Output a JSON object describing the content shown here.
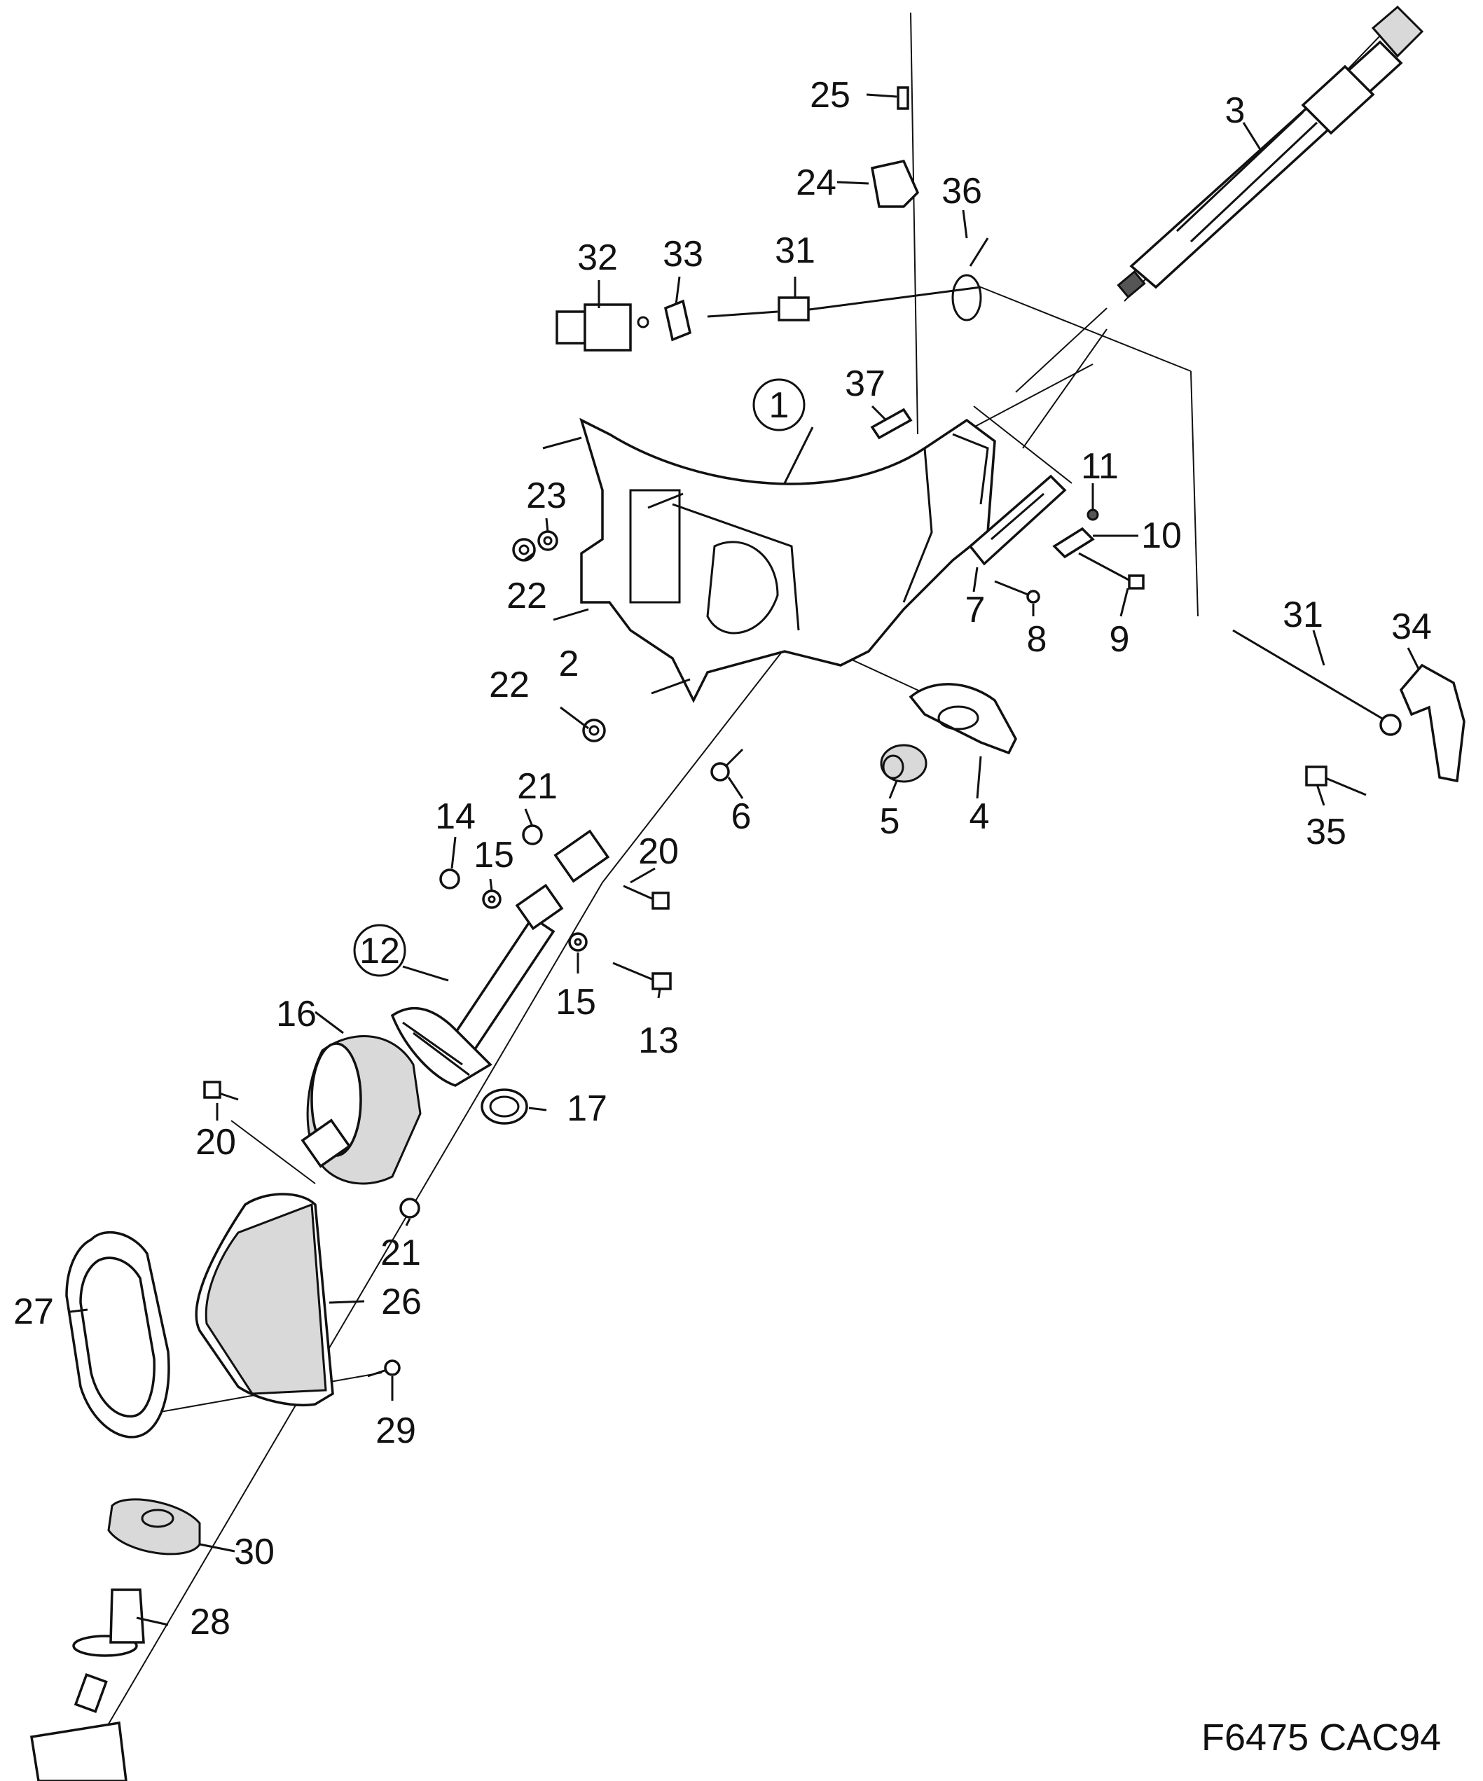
{
  "figure_code": "F6475 CAC94",
  "callouts": [
    {
      "id": "c1",
      "label": "1",
      "circled": true
    },
    {
      "id": "c2",
      "label": "2"
    },
    {
      "id": "c3",
      "label": "3"
    },
    {
      "id": "c4",
      "label": "4"
    },
    {
      "id": "c5",
      "label": "5"
    },
    {
      "id": "c6",
      "label": "6"
    },
    {
      "id": "c7",
      "label": "7"
    },
    {
      "id": "c8",
      "label": "8"
    },
    {
      "id": "c9",
      "label": "9"
    },
    {
      "id": "c10",
      "label": "10"
    },
    {
      "id": "c11",
      "label": "11"
    },
    {
      "id": "c12",
      "label": "12",
      "circled": true
    },
    {
      "id": "c13",
      "label": "13"
    },
    {
      "id": "c14",
      "label": "14"
    },
    {
      "id": "c15a",
      "label": "15"
    },
    {
      "id": "c15b",
      "label": "15"
    },
    {
      "id": "c16",
      "label": "16"
    },
    {
      "id": "c17",
      "label": "17"
    },
    {
      "id": "c20a",
      "label": "20"
    },
    {
      "id": "c20b",
      "label": "20"
    },
    {
      "id": "c21a",
      "label": "21"
    },
    {
      "id": "c21b",
      "label": "21"
    },
    {
      "id": "c22a",
      "label": "22"
    },
    {
      "id": "c22b",
      "label": "22"
    },
    {
      "id": "c23",
      "label": "23"
    },
    {
      "id": "c24",
      "label": "24"
    },
    {
      "id": "c25",
      "label": "25"
    },
    {
      "id": "c26",
      "label": "26"
    },
    {
      "id": "c27",
      "label": "27"
    },
    {
      "id": "c28",
      "label": "28"
    },
    {
      "id": "c29",
      "label": "29"
    },
    {
      "id": "c30",
      "label": "30"
    },
    {
      "id": "c31a",
      "label": "31"
    },
    {
      "id": "c31b",
      "label": "31"
    },
    {
      "id": "c32",
      "label": "32"
    },
    {
      "id": "c33",
      "label": "33"
    },
    {
      "id": "c34",
      "label": "34"
    },
    {
      "id": "c35",
      "label": "35"
    },
    {
      "id": "c36",
      "label": "36"
    },
    {
      "id": "c37",
      "label": "37"
    }
  ]
}
